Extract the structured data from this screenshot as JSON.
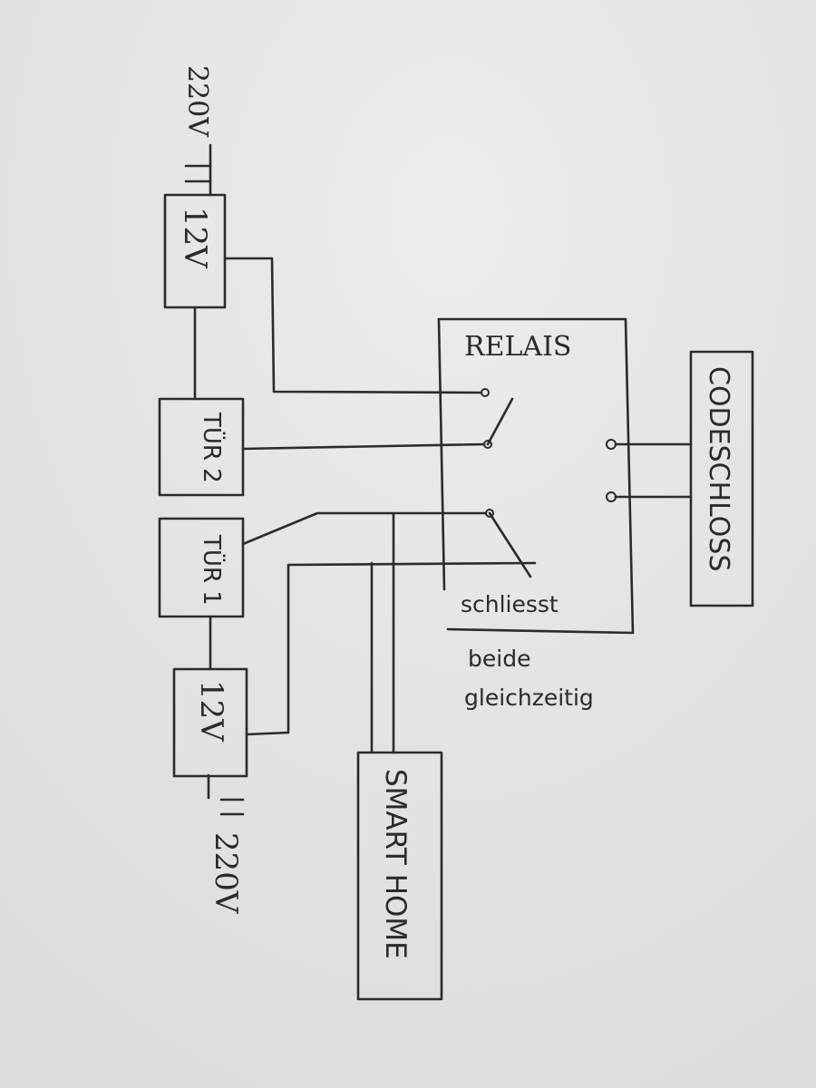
{
  "diagram": {
    "labels": {
      "supply_top": "220V",
      "supply_bottom": "220V",
      "psu_top": "12V",
      "psu_bottom": "12V",
      "door_2": "TÜR 2",
      "door_1": "TÜR 1",
      "relay": "RELAIS",
      "relay_note": "schliesst",
      "note_line1": "beide",
      "note_line2": "gleichzeitig",
      "code_lock": "CODESCHLOSS",
      "smart_home": "SMART HOME"
    },
    "colors": {
      "paper": "#e6e6e4",
      "ink": "#2b2b2b"
    }
  }
}
